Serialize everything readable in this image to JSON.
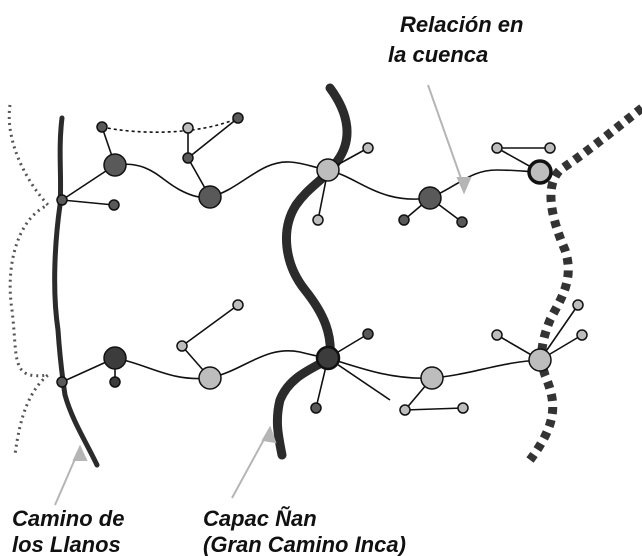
{
  "labels": {
    "basin_relation_line1": "Relación en",
    "basin_relation_line2": "la cuenca",
    "llanos_line1": "Camino de",
    "llanos_line2": "los Llanos",
    "capac_line1": "Capac Ñan",
    "capac_line2": "(Gran Camino Inca)"
  },
  "colors": {
    "background": "#ffffff",
    "road": "#2b2b2b",
    "thin_line": "#111111",
    "node_dark": "#3c3c3c",
    "node_mid": "#595959",
    "node_light": "#bdbdbd",
    "arrow": "#b5b5b5"
  }
}
